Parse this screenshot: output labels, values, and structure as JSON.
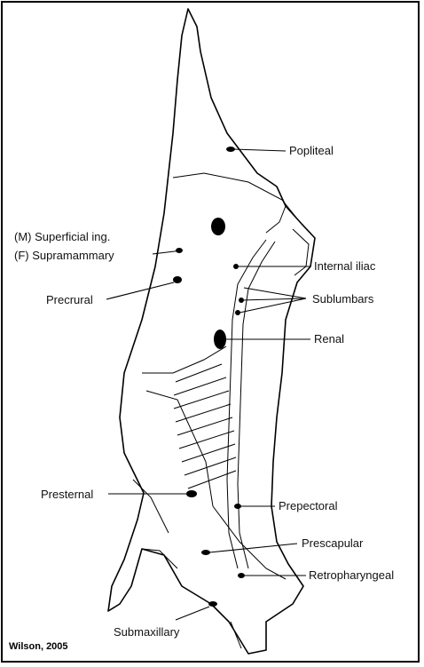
{
  "labels": {
    "popliteal": "Popliteal",
    "superficial_ing": "(M) Superficial ing.",
    "supramammary": "(F) Supramammary",
    "internal_iliac": "Internal iliac",
    "precrural": "Precrural",
    "sublumbars": "Sublumbars",
    "renal": "Renal",
    "presternal": "Presternal",
    "prepectoral": "Prepectoral",
    "prescapular": "Prescapular",
    "retropharyngeal": "Retropharyngeal",
    "submaxillary": "Submaxillary"
  },
  "credit": "Wilson, 2005"
}
